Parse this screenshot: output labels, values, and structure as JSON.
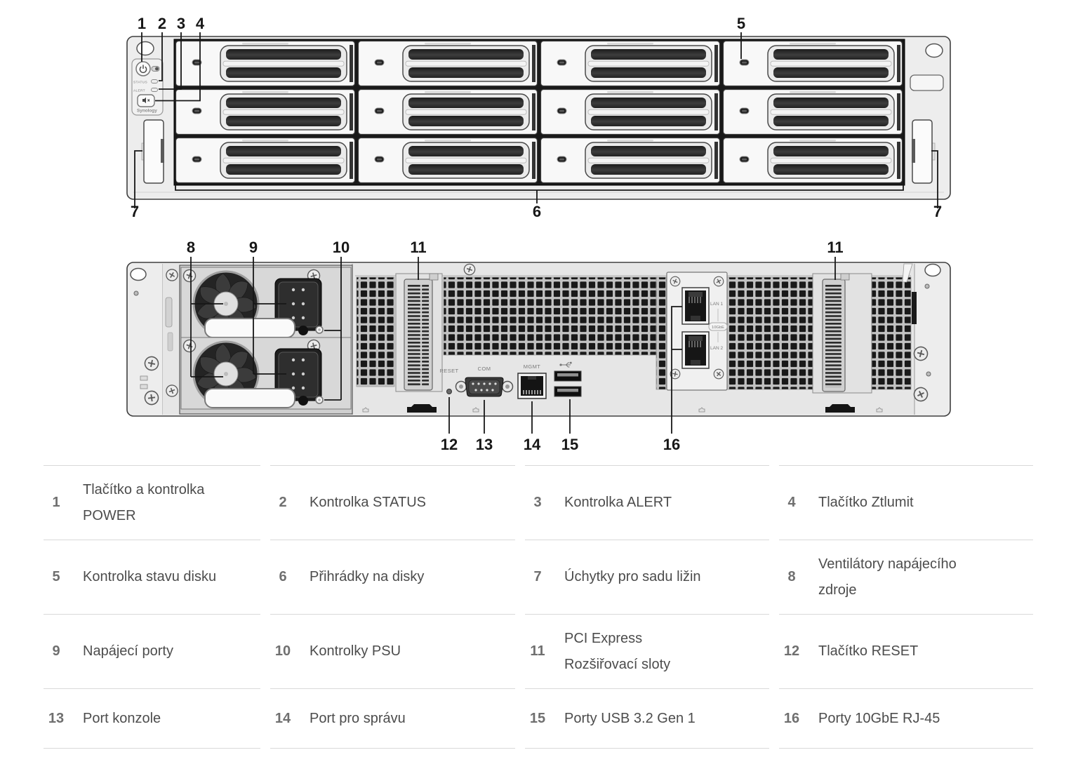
{
  "front_view": {
    "callouts": {
      "c1": "1",
      "c2": "2",
      "c3": "3",
      "c4": "4",
      "c5": "5",
      "c6": "6",
      "c7_left": "7",
      "c7_right": "7"
    },
    "panel": {
      "status_label": "STATUS",
      "alert_label": "ALERT",
      "brand": "Synology"
    }
  },
  "rear_view": {
    "callouts": {
      "c8": "8",
      "c9": "9",
      "c10": "10",
      "c11_left": "11",
      "c11_right": "11",
      "c12": "12",
      "c13": "13",
      "c14": "14",
      "c15": "15",
      "c16": "16"
    },
    "labels": {
      "reset": "RESET",
      "com": "COM",
      "mgmt": "MGMT",
      "lan1": "LAN 1",
      "lan2": "LAN 2",
      "speed_badge": "10GbE"
    }
  },
  "legend_table": {
    "rows": [
      [
        {
          "num": "1",
          "label": "Tlačítko a kontrolka POWER"
        },
        {
          "num": "2",
          "label": "Kontrolka STATUS"
        },
        {
          "num": "3",
          "label": "Kontrolka ALERT"
        },
        {
          "num": "4",
          "label": "Tlačítko Ztlumit"
        }
      ],
      [
        {
          "num": "5",
          "label": "Kontrolka stavu disku"
        },
        {
          "num": "6",
          "label": "Přihrádky na disky"
        },
        {
          "num": "7",
          "label": "Úchytky pro sadu ližin"
        },
        {
          "num": "8",
          "label": "Ventilátory napájecího zdroje"
        }
      ],
      [
        {
          "num": "9",
          "label": "Napájecí porty"
        },
        {
          "num": "10",
          "label": "Kontrolky PSU"
        },
        {
          "num": "11",
          "label": "PCI Express Rozšiřovací sloty"
        },
        {
          "num": "12",
          "label": "Tlačítko RESET"
        }
      ],
      [
        {
          "num": "13",
          "label": "Port konzole"
        },
        {
          "num": "14",
          "label": "Port pro správu"
        },
        {
          "num": "15",
          "label": "Porty USB 3.2 Gen 1"
        },
        {
          "num": "16",
          "label": "Porty 10GbE RJ-45"
        }
      ]
    ]
  }
}
